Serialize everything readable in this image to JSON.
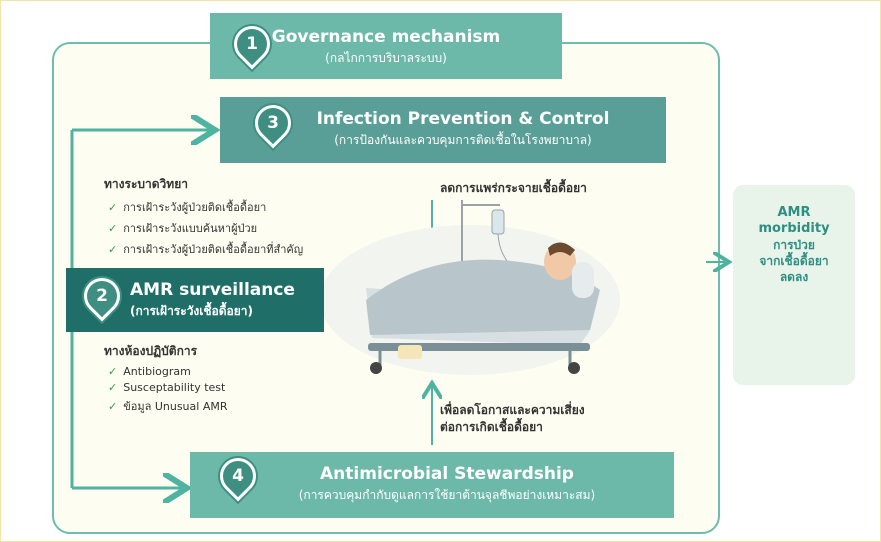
{
  "governance": {
    "num": "1",
    "title": "Governance mechanism",
    "subtitle": "(กลไกการบริบาลระบบ)"
  },
  "ipc": {
    "num": "3",
    "title": "Infection Prevention & Control",
    "subtitle": "(การป้องกันและควบคุมการติดเชื้อในโรงพยาบาล)"
  },
  "amr": {
    "num": "2",
    "title": "AMR surveillance",
    "subtitle": "(การเฝ้าระวังเชื้อดื้อยา)"
  },
  "ams": {
    "num": "4",
    "title": "Antimicrobial Stewardship",
    "subtitle": "(การควบคุมกำกับดูแลการใช้ยาต้านจุลชีพอย่างเหมาะสม)"
  },
  "epi": {
    "heading": "ทางระบาดวิทยา",
    "items": [
      "การเฝ้าระวังผู้ป่วยติดเชื้อดื้อยา",
      "การเฝ้าระวังแบบค้นหาผู้ป่วย",
      "การเฝ้าระวังผู้ป่วยติดเชื้อดื้อยาที่สำคัญ"
    ]
  },
  "lab": {
    "heading": "ทางห้องปฏิบัติการ",
    "items": [
      "Antibiogram",
      "Susceptability test",
      "ข้อมูล Unusual AMR"
    ]
  },
  "note_top": "ลดการแพร่กระจายเชื้อดื้อยา",
  "note_bottom": [
    "เพื่อลดโอกาสและความเสี่ยง",
    "ต่อการเกิดเชื้อดื้อยา"
  ],
  "outcome": {
    "title": [
      "AMR",
      "morbidity"
    ],
    "subtitle": [
      "การป่วย",
      "จากเชื้อดื้อยา",
      "ลดลง"
    ]
  },
  "colors": {
    "teal": "#6cb9aa",
    "dark_teal": "#1f6f68",
    "pin": "#3e8f82",
    "red_arrow": "#d9403a"
  }
}
